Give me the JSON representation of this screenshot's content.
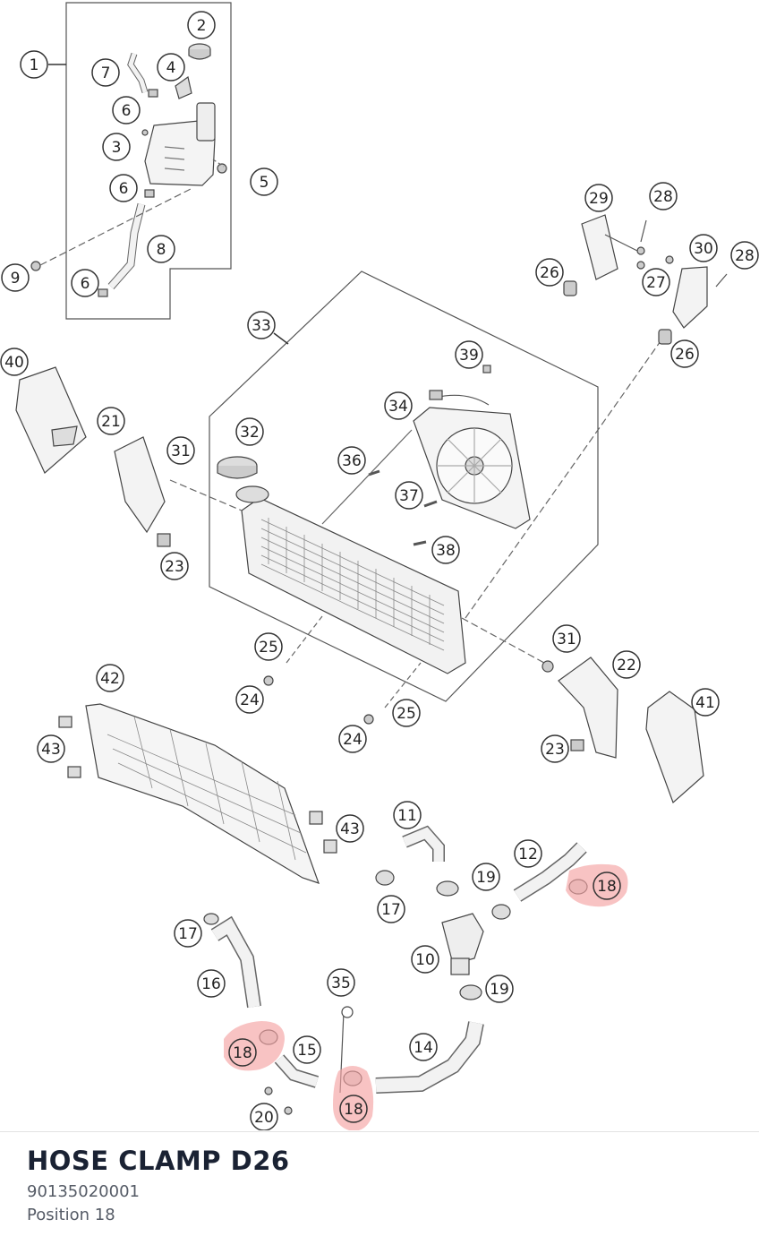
{
  "part": {
    "title": "HOSE CLAMP D26",
    "number": "90135020001",
    "position": "Position 18"
  },
  "diagram": {
    "highlight_color": "#f4a3a3",
    "callouts": [
      {
        "id": "c1",
        "label": "1"
      },
      {
        "id": "c2",
        "label": "2"
      },
      {
        "id": "c3",
        "label": "3"
      },
      {
        "id": "c4",
        "label": "4"
      },
      {
        "id": "c5",
        "label": "5"
      },
      {
        "id": "c6a",
        "label": "6"
      },
      {
        "id": "c6b",
        "label": "6"
      },
      {
        "id": "c6c",
        "label": "6"
      },
      {
        "id": "c7",
        "label": "7"
      },
      {
        "id": "c8",
        "label": "8"
      },
      {
        "id": "c9",
        "label": "9"
      },
      {
        "id": "c10",
        "label": "10"
      },
      {
        "id": "c11",
        "label": "11"
      },
      {
        "id": "c12",
        "label": "12"
      },
      {
        "id": "c14",
        "label": "14"
      },
      {
        "id": "c15",
        "label": "15"
      },
      {
        "id": "c16",
        "label": "16"
      },
      {
        "id": "c17a",
        "label": "17"
      },
      {
        "id": "c17b",
        "label": "17"
      },
      {
        "id": "c18a",
        "label": "18",
        "highlight": true
      },
      {
        "id": "c18b",
        "label": "18",
        "highlight": true
      },
      {
        "id": "c18c",
        "label": "18",
        "highlight": true
      },
      {
        "id": "c19a",
        "label": "19"
      },
      {
        "id": "c19b",
        "label": "19"
      },
      {
        "id": "c20",
        "label": "20"
      },
      {
        "id": "c21",
        "label": "21"
      },
      {
        "id": "c22",
        "label": "22"
      },
      {
        "id": "c23a",
        "label": "23"
      },
      {
        "id": "c23b",
        "label": "23"
      },
      {
        "id": "c24a",
        "label": "24"
      },
      {
        "id": "c24b",
        "label": "24"
      },
      {
        "id": "c25a",
        "label": "25"
      },
      {
        "id": "c25b",
        "label": "25"
      },
      {
        "id": "c26a",
        "label": "26"
      },
      {
        "id": "c26b",
        "label": "26"
      },
      {
        "id": "c27",
        "label": "27"
      },
      {
        "id": "c28a",
        "label": "28"
      },
      {
        "id": "c28b",
        "label": "28"
      },
      {
        "id": "c29",
        "label": "29"
      },
      {
        "id": "c30",
        "label": "30"
      },
      {
        "id": "c31a",
        "label": "31"
      },
      {
        "id": "c31b",
        "label": "31"
      },
      {
        "id": "c32",
        "label": "32"
      },
      {
        "id": "c33",
        "label": "33"
      },
      {
        "id": "c34",
        "label": "34"
      },
      {
        "id": "c35",
        "label": "35"
      },
      {
        "id": "c36",
        "label": "36"
      },
      {
        "id": "c37",
        "label": "37"
      },
      {
        "id": "c38",
        "label": "38"
      },
      {
        "id": "c39",
        "label": "39"
      },
      {
        "id": "c40",
        "label": "40"
      },
      {
        "id": "c41",
        "label": "41"
      },
      {
        "id": "c42",
        "label": "42"
      },
      {
        "id": "c43a",
        "label": "43"
      },
      {
        "id": "c43b",
        "label": "43"
      }
    ]
  }
}
